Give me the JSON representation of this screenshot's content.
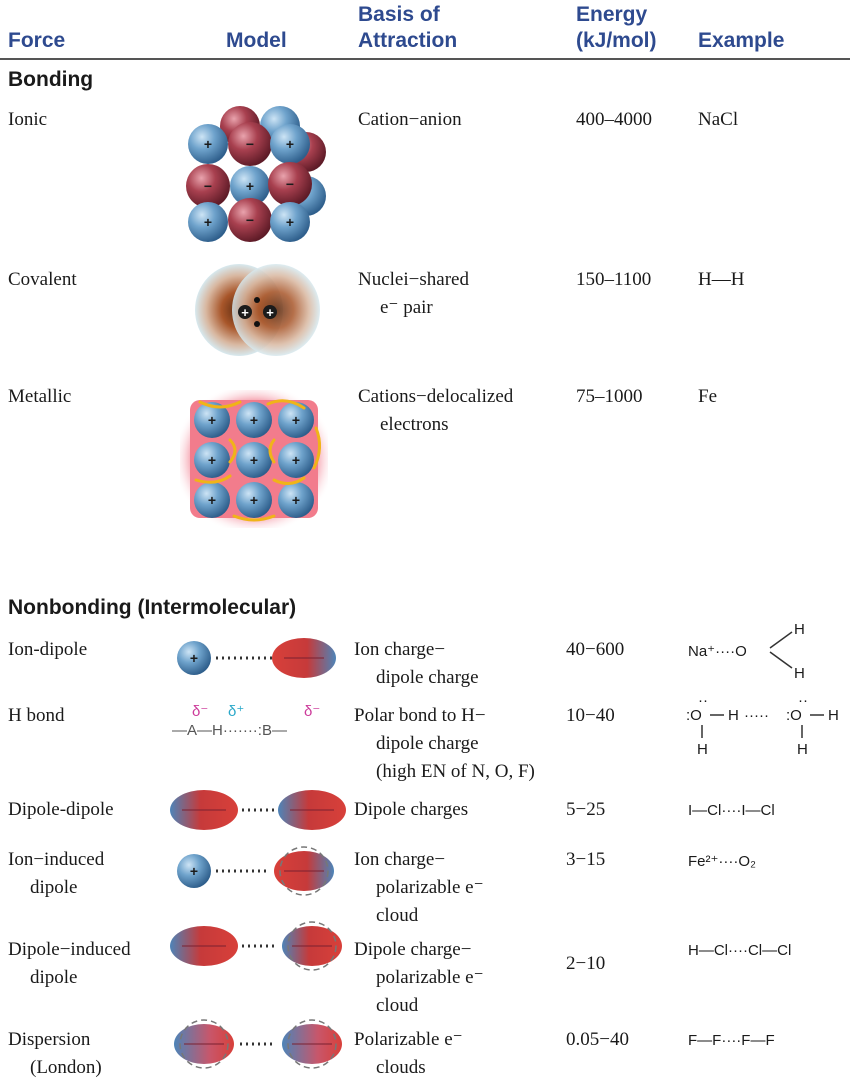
{
  "headers": {
    "force": "Force",
    "model": "Model",
    "basis_line1": "Basis of",
    "basis_line2": "Attraction",
    "energy_line1": "Energy",
    "energy_line2": "(kJ/mol)",
    "example": "Example"
  },
  "sections": {
    "bonding": "Bonding",
    "nonbonding": "Nonbonding (Intermolecular)"
  },
  "rows": {
    "ionic": {
      "force": "Ionic",
      "basis": [
        "Cation−anion"
      ],
      "energy": "400–4000",
      "example": "NaCl"
    },
    "covalent": {
      "force": "Covalent",
      "basis": [
        "Nuclei−shared",
        "e⁻ pair"
      ],
      "energy": "150–1100",
      "example": "H—H"
    },
    "metallic": {
      "force": "Metallic",
      "basis": [
        "Cations−delocalized",
        "electrons"
      ],
      "energy": "75–1000",
      "example": "Fe"
    },
    "ion_dipole": {
      "force": "Ion-dipole",
      "basis": [
        "Ion charge−",
        "dipole charge"
      ],
      "energy": "40−600",
      "example": "Na⁺····O"
    },
    "h_bond": {
      "force": "H bond",
      "basis": [
        "Polar bond to H−",
        "dipole charge",
        "(high EN of N, O, F)"
      ],
      "energy": "10−40",
      "model_labels": [
        "δ⁻",
        "δ⁺",
        "δ⁻",
        "—A—H·······:B—"
      ]
    },
    "dipole_dipole": {
      "force": "Dipole-dipole",
      "basis": [
        "Dipole charges"
      ],
      "energy": "5−25",
      "example": "I—Cl····I—Cl"
    },
    "ion_induced": {
      "force": [
        "Ion−induced",
        "dipole"
      ],
      "basis": [
        "Ion charge−",
        "polarizable e⁻",
        "cloud"
      ],
      "energy": "3−15",
      "example": "Fe²⁺····O₂"
    },
    "dipole_induced": {
      "force": [
        "Dipole−induced",
        "dipole"
      ],
      "basis": [
        "Dipole charge−",
        "polarizable e⁻",
        "cloud"
      ],
      "energy": "2−10",
      "example": "H—Cl····Cl—Cl"
    },
    "dispersion": {
      "force": [
        "Dispersion",
        "(London)"
      ],
      "basis": [
        "Polarizable e⁻",
        "clouds"
      ],
      "energy": "0.05−40",
      "example": "F—F····F—F"
    }
  },
  "colors": {
    "header": "#2e4a8f",
    "cation": "#4f86b4",
    "anion": "#9a3444",
    "delta_minus": "#cc3a9a",
    "delta_plus": "#2aa8c9"
  }
}
